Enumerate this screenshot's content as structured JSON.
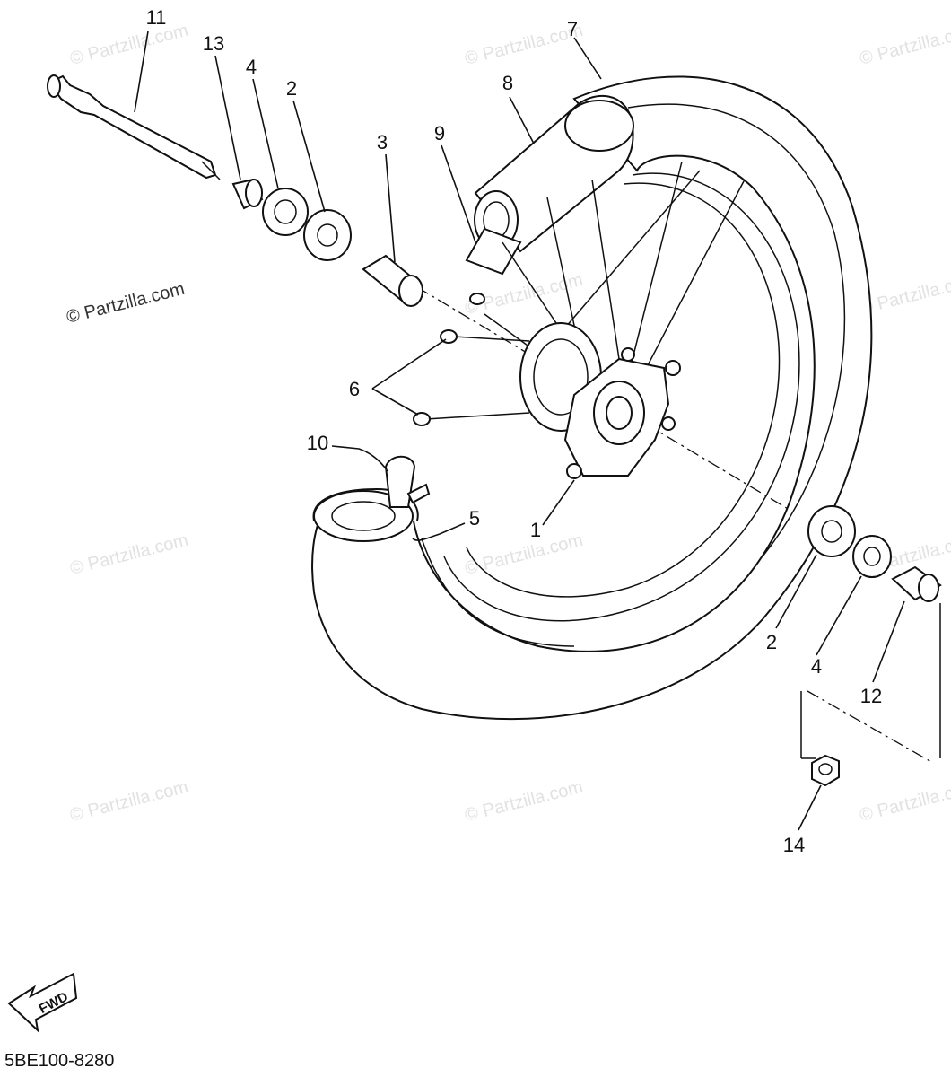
{
  "watermark": {
    "text": "© Partzilla.com",
    "prominent_text": "© Partzilla.com"
  },
  "callouts": [
    "1",
    "2",
    "3",
    "4",
    "5",
    "6",
    "7",
    "8",
    "9",
    "10",
    "11",
    "12",
    "13",
    "14"
  ],
  "duplicate_callouts": [
    "2",
    "4"
  ],
  "fwd_arrow": {
    "label": "FWD",
    "icon": "fwd-arrow-icon"
  },
  "diagram_code": "5BE100-8280"
}
